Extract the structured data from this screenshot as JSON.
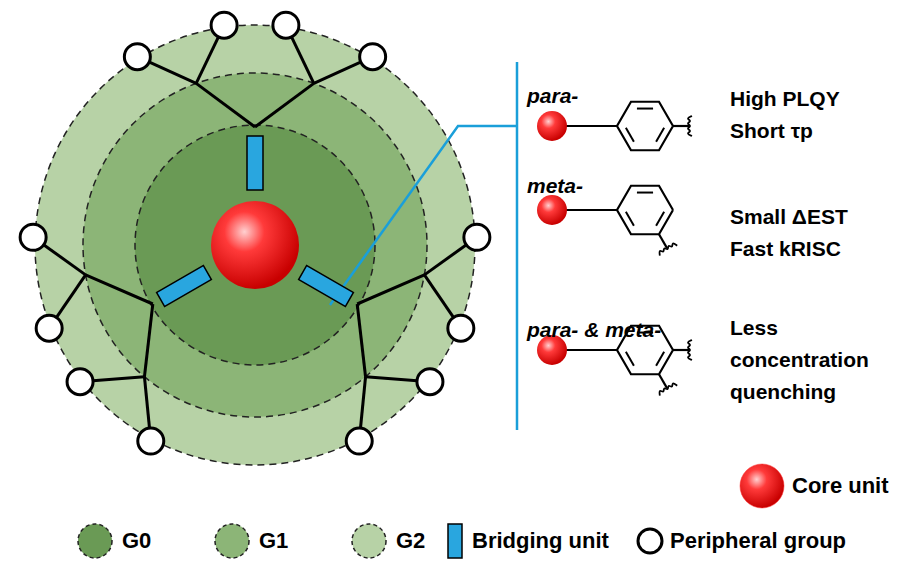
{
  "diagram": {
    "labels": [
      "para-",
      "High PLQY Short τp",
      "meta-",
      "Small ΔEST Fast kRISC",
      "para- & meta-",
      "Less concentration quenching"
    ],
    "legend": [
      {
        "text": "G0",
        "color": "#6a9a55"
      },
      {
        "text": "G1",
        "color": "#8cb577"
      },
      {
        "text": "G2",
        "color": "#b7d2a6"
      },
      {
        "text": "Bridging unit",
        "color": "#29a6df"
      },
      {
        "text": "Core unit",
        "color": "#ff2e2e"
      },
      {
        "text": "Peripheral group"
      }
    ]
  }
}
